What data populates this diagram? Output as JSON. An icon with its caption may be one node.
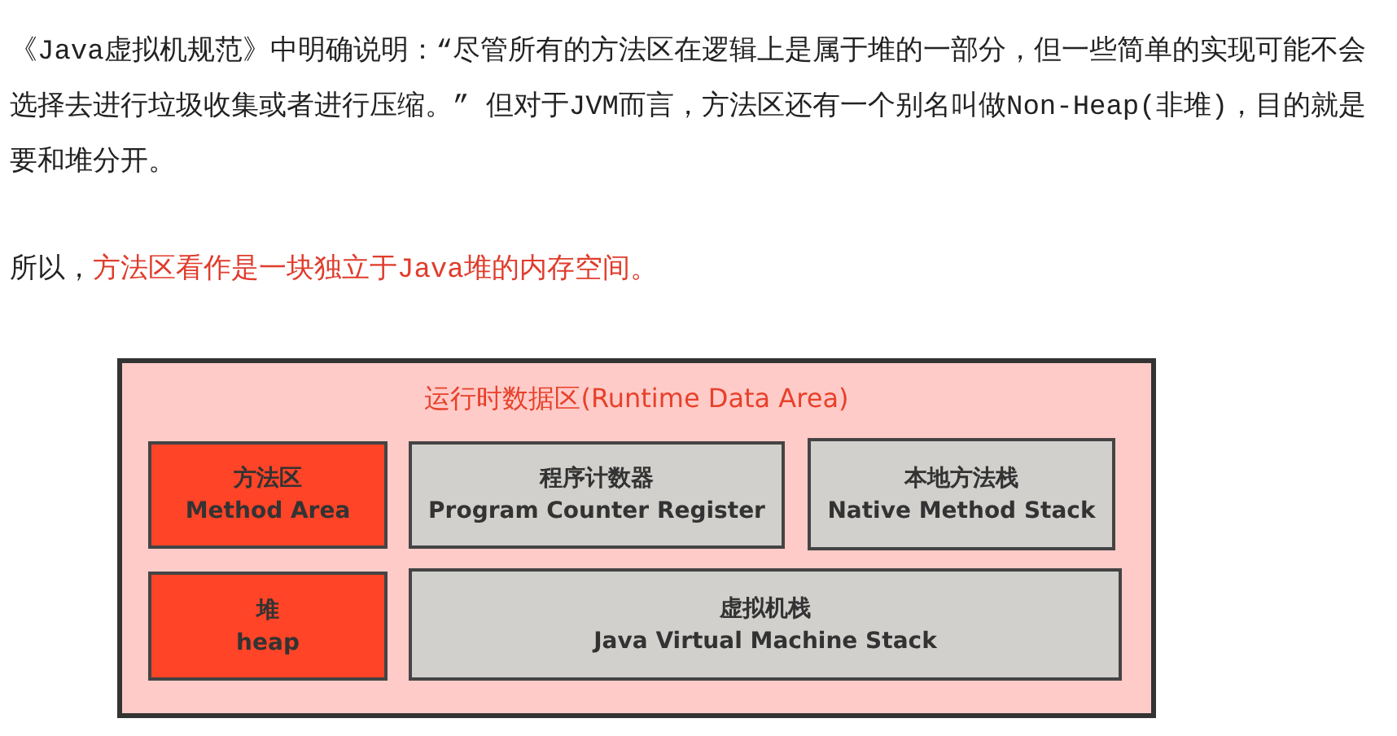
{
  "diagram": {
    "nodes": [
      {
        "text": [
          "运行时数据区(Runtime Data Area)"
        ]
      },
      {
        "text": [
          "方法区",
          "Method Area"
        ],
        "in": 0
      },
      {
        "text": [
          "程序计数器",
          "Program Counter Register"
        ],
        "in": 0
      },
      {
        "text": [
          "本地方法栈",
          "Native Method Stack"
        ],
        "in": 0
      },
      {
        "text": [
          "堆",
          "heap"
        ],
        "in": 0
      },
      {
        "text": [
          "虚拟机栈",
          "Java Virtual Machine Stack"
        ],
        "in": 0
      }
    ],
    "labels": [
      "《Java虚拟机规范》中明确说明：“尽管所有的方法区在逻辑上是属于堆的一部分，但一些简单的实现可能不会选择去进行垃圾收集或者进行压缩。” 但对于JVM而言，方法区还有一个别名叫做Non-Heap(非堆)，目的就是要和堆分开。",
      "所以，",
      "方法区看作是一块独立于Java堆的内存空间。"
    ]
  }
}
